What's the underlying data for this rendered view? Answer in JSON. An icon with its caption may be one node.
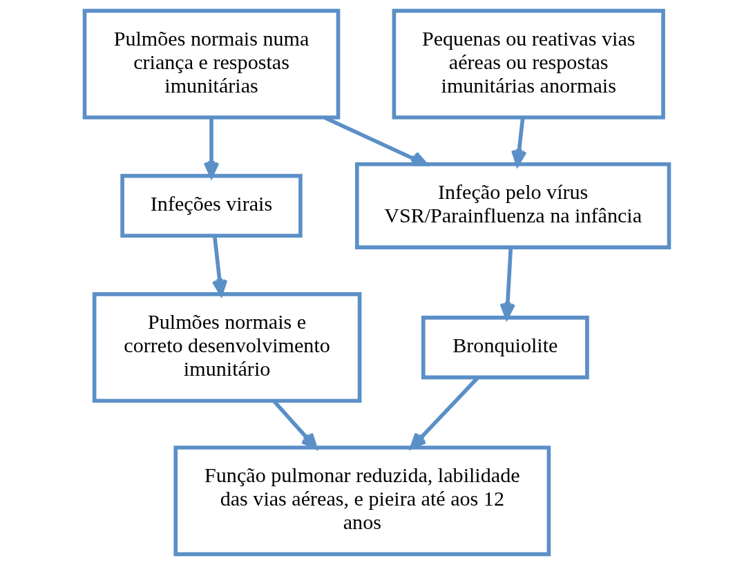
{
  "diagram": {
    "nodes": [
      {
        "text": [
          "Pulmões normais numa criança e respostas imunitárias"
        ]
      },
      {
        "text": [
          "Pequenas ou reativas vias aéreas ou respostas imunitárias anormais"
        ]
      },
      {
        "text": [
          "Infeções virais"
        ]
      },
      {
        "text": [
          "Infeção pelo vírus VSR/Parainfluenza na infância"
        ]
      },
      {
        "text": [
          "Pulmões normais e correto desenvolvimento imunitário"
        ]
      },
      {
        "text": [
          "Bronquiolite"
        ]
      },
      {
        "text": [
          "Função pulmonar reduzida, labilidade das vias aéreas, e pieira até aos 12 anos"
        ]
      }
    ],
    "edges": [
      {
        "from": 0,
        "to": 2,
        "arrow": "to"
      },
      {
        "from": 0,
        "to": 3,
        "arrow": "to"
      },
      {
        "from": 1,
        "to": 3,
        "arrow": "to"
      },
      {
        "from": 2,
        "to": 4,
        "arrow": "to"
      },
      {
        "from": 3,
        "to": 5,
        "arrow": "to"
      },
      {
        "from": 4,
        "to": 6,
        "arrow": "to"
      },
      {
        "from": 5,
        "to": 6,
        "arrow": "to"
      }
    ]
  }
}
